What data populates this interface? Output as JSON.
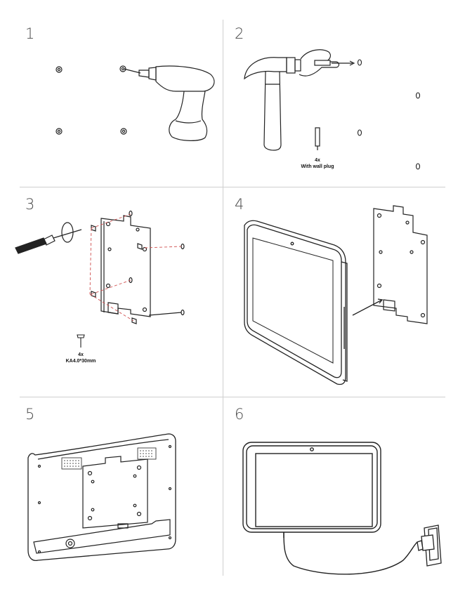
{
  "steps": [
    {
      "number": "1"
    },
    {
      "number": "2",
      "caption_count": "4x",
      "caption_text": "With wall plug"
    },
    {
      "number": "3",
      "caption_count": "4x",
      "caption_text": "KA4.0*30mm"
    },
    {
      "number": "4"
    },
    {
      "number": "5"
    },
    {
      "number": "6"
    }
  ],
  "colors": {
    "line": "#222222",
    "divider": "#cfcfcf",
    "dashed": "#d05050",
    "number": "#4a4a4a"
  },
  "icons": [
    "drill-icon",
    "hammer-icon",
    "wall-plug-icon",
    "screwdriver-icon",
    "screw-icon",
    "mounting-bracket-icon",
    "tablet-icon",
    "power-adapter-icon",
    "wall-outlet-icon"
  ]
}
